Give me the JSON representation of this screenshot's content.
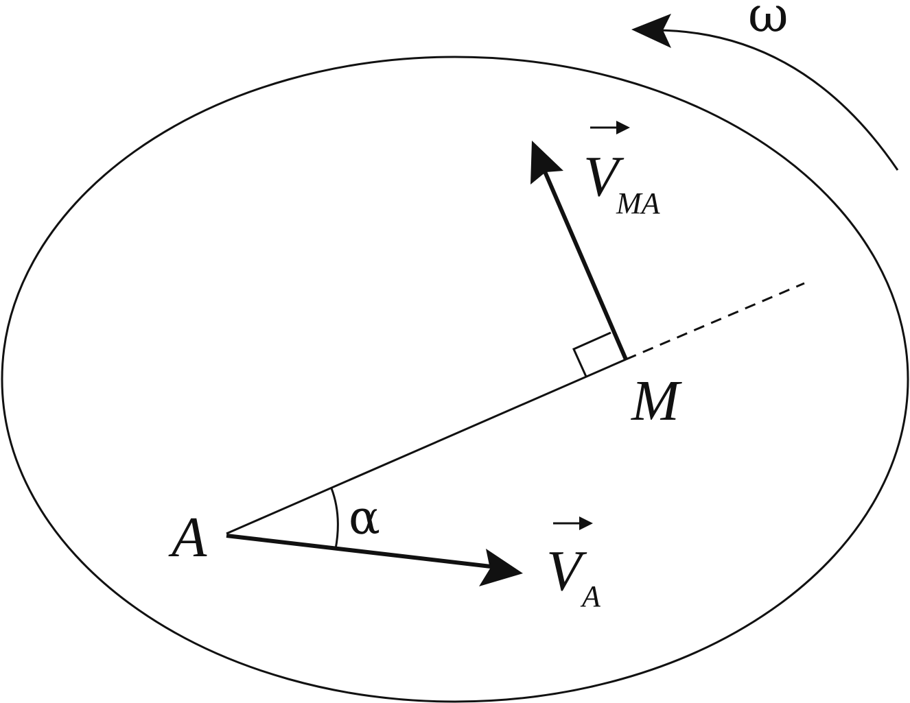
{
  "labels": {
    "omega": "ω",
    "point_a": "A",
    "point_m": "M",
    "alpha": "α",
    "v_main": "V",
    "v_a_subscript": "A",
    "v_ma_subscript": "MA"
  },
  "colors": {
    "stroke": "#111111",
    "background": "#ffffff"
  }
}
